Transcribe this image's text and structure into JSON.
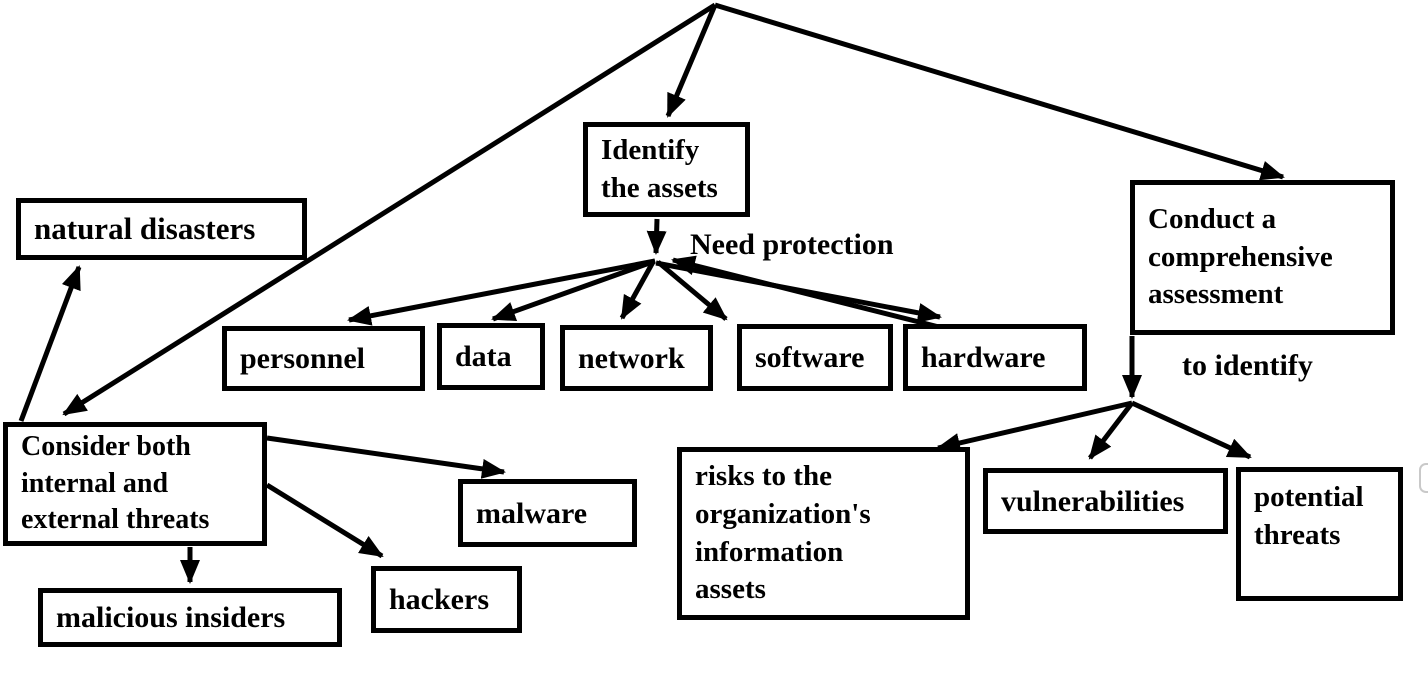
{
  "diagram": {
    "colors": {
      "background": "#ffffff",
      "stroke": "#000000",
      "box_fill": "#ffffff",
      "text": "#000000"
    },
    "nodes": {
      "identify_assets": {
        "label": "Identify\nthe assets"
      },
      "natural_disasters": {
        "label": "natural disasters"
      },
      "personnel": {
        "label": "personnel"
      },
      "data": {
        "label": "data"
      },
      "network": {
        "label": "network"
      },
      "software": {
        "label": "software"
      },
      "hardware": {
        "label": "hardware"
      },
      "conduct_assessment": {
        "label": "Conduct a\ncomprehensive\nassessment"
      },
      "consider_threats": {
        "label": "Consider both\ninternal and\nexternal threats"
      },
      "malicious_insiders": {
        "label": "malicious insiders"
      },
      "hackers": {
        "label": "hackers"
      },
      "malware": {
        "label": "malware"
      },
      "risks": {
        "label": "risks to the\norganization's\ninformation\nassets"
      },
      "vulnerabilities": {
        "label": "vulnerabilities"
      },
      "potential_threats": {
        "label": "potential\nthreats"
      }
    },
    "edge_labels": {
      "need_protection": "Need protection",
      "to_identify": "to identify"
    },
    "edges": [
      {
        "from": "root_apex",
        "to": "identify_assets"
      },
      {
        "from": "root_apex",
        "to": "consider_threats"
      },
      {
        "from": "root_apex",
        "to": "conduct_assessment"
      },
      {
        "from": "identify_assets",
        "to": "personnel",
        "label": "Need protection"
      },
      {
        "from": "identify_assets",
        "to": "data",
        "label": "Need protection"
      },
      {
        "from": "identify_assets",
        "to": "network",
        "label": "Need protection"
      },
      {
        "from": "identify_assets",
        "to": "software",
        "label": "Need protection"
      },
      {
        "from": "identify_assets",
        "to": "hardware",
        "label": "Need protection",
        "bidirectional": true
      },
      {
        "from": "consider_threats",
        "to": "natural_disasters"
      },
      {
        "from": "consider_threats",
        "to": "malware"
      },
      {
        "from": "consider_threats",
        "to": "hackers"
      },
      {
        "from": "consider_threats",
        "to": "malicious_insiders"
      },
      {
        "from": "conduct_assessment",
        "to": "risks",
        "label": "to identify"
      },
      {
        "from": "conduct_assessment",
        "to": "vulnerabilities",
        "label": "to identify"
      },
      {
        "from": "conduct_assessment",
        "to": "potential_threats",
        "label": "to identify"
      }
    ]
  }
}
